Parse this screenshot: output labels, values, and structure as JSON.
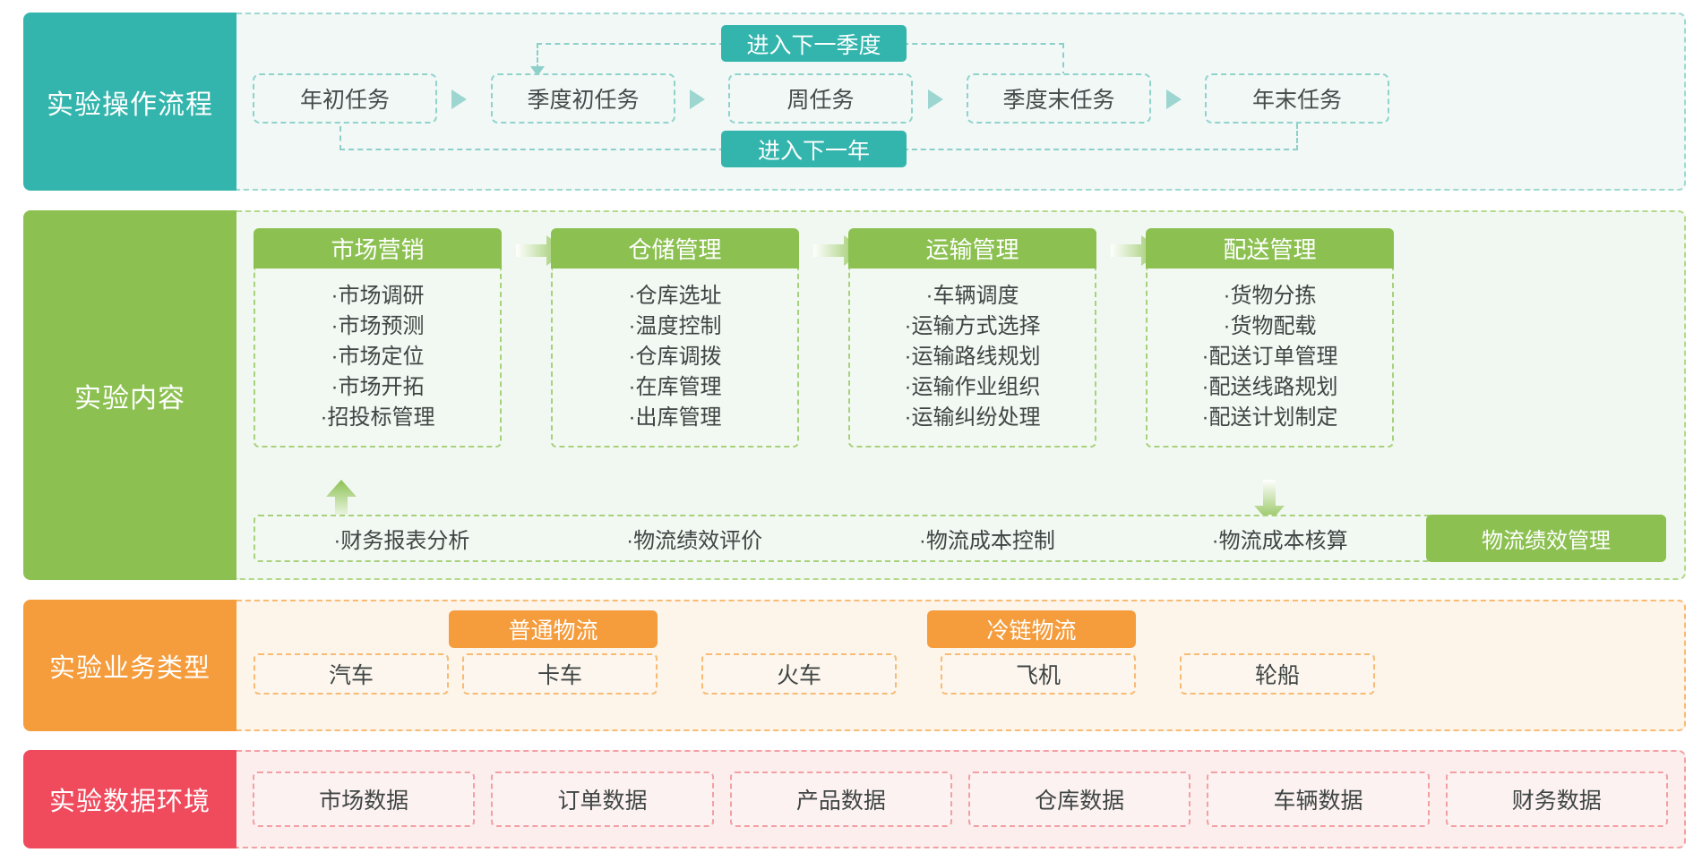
{
  "colors": {
    "teal": "#33b5ad",
    "green": "#8cc152",
    "orange": "#f59c3c",
    "red": "#f04a5d",
    "text_dark": "#3f4544"
  },
  "rows": {
    "process": {
      "label": "实验操作流程",
      "nodes": [
        "年初任务",
        "季度初任务",
        "周任务",
        "季度末任务",
        "年末任务"
      ],
      "loop_top": "进入下一季度",
      "loop_bottom": "进入下一年"
    },
    "content": {
      "label": "实验内容",
      "pillars": [
        {
          "title": "市场营销",
          "items": [
            "·市场调研",
            "·市场预测",
            "·市场定位",
            "·市场开拓",
            "·招投标管理"
          ]
        },
        {
          "title": "仓储管理",
          "items": [
            "·仓库选址",
            "·温度控制",
            "·仓库调拨",
            "·在库管理",
            "·出库管理"
          ]
        },
        {
          "title": "运输管理",
          "items": [
            "·车辆调度",
            "·运输方式选择",
            "·运输路线规划",
            "·运输作业组织",
            "·运输纠纷处理"
          ]
        },
        {
          "title": "配送管理",
          "items": [
            "·货物分拣",
            "·货物配载",
            "·配送订单管理",
            "·配送线路规划",
            "·配送计划制定"
          ]
        }
      ],
      "footer": [
        "·财务报表分析",
        "·物流绩效评价",
        "·物流成本控制",
        "·物流成本核算"
      ],
      "footer_highlight": "物流绩效管理"
    },
    "business": {
      "label": "实验业务类型",
      "chips": [
        "普通物流",
        "冷链物流"
      ],
      "vehicles": [
        "汽车",
        "卡车",
        "火车",
        "飞机",
        "轮船"
      ]
    },
    "data_env": {
      "label": "实验数据环境",
      "items": [
        "市场数据",
        "订单数据",
        "产品数据",
        "仓库数据",
        "车辆数据",
        "财务数据"
      ]
    }
  }
}
